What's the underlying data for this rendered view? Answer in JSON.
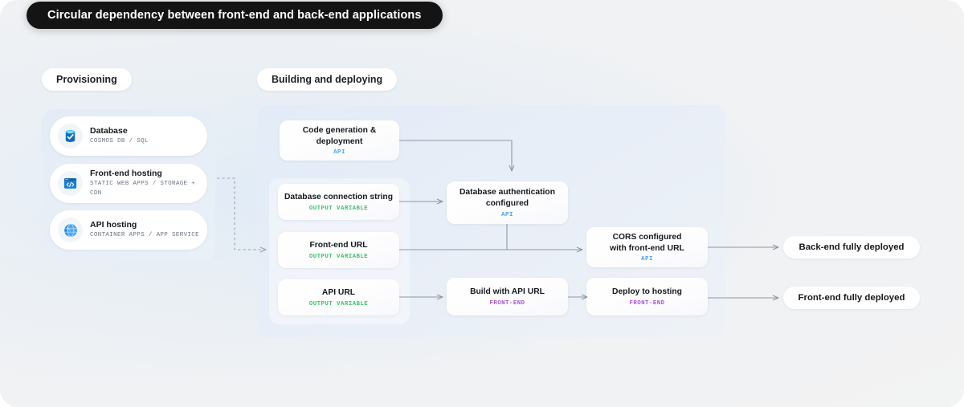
{
  "title": "Circular dependency between front-end and back-end applications",
  "sections": [
    {
      "id": "provisioning",
      "label": "Provisioning"
    },
    {
      "id": "building",
      "label": "Building and deploying"
    }
  ],
  "provisioning": {
    "items": [
      {
        "icon": "database-icon",
        "title": "Database",
        "sub": "COSMOS DB / SQL"
      },
      {
        "icon": "code-window-icon",
        "title": "Front-end hosting",
        "sub": "STATIC WEB APPS / STORAGE + CDN"
      },
      {
        "icon": "globe-icon",
        "title": "API hosting",
        "sub": "CONTAINER APPS / APP SERVICE"
      }
    ]
  },
  "flow": {
    "nodes": [
      {
        "id": "code-generation",
        "label": "Code generation &\ndeployment",
        "tag": "API",
        "tag_kind": "api"
      },
      {
        "id": "db-conn-string",
        "label": "Database connection string",
        "tag": "OUTPUT VARIABLE",
        "tag_kind": "output"
      },
      {
        "id": "frontend-url",
        "label": "Front-end URL",
        "tag": "OUTPUT VARIABLE",
        "tag_kind": "output"
      },
      {
        "id": "api-url",
        "label": "API URL",
        "tag": "OUTPUT VARIABLE",
        "tag_kind": "output"
      },
      {
        "id": "db-auth",
        "label": "Database authentication\nconfigured",
        "tag": "API",
        "tag_kind": "api"
      },
      {
        "id": "build-with-api",
        "label": "Build with API URL",
        "tag": "FRONT-END",
        "tag_kind": "frontend"
      },
      {
        "id": "cors",
        "label": "CORS configured\nwith front-end URL",
        "tag": "API",
        "tag_kind": "api"
      },
      {
        "id": "deploy-hosting",
        "label": "Deploy to hosting",
        "tag": "FRONT-END",
        "tag_kind": "frontend"
      }
    ]
  },
  "results": [
    {
      "id": "backend-deployed",
      "label": "Back-end fully deployed"
    },
    {
      "id": "frontend-deployed",
      "label": "Front-end fully deployed"
    }
  ],
  "colors": {
    "tag_api": "#4a9fe8",
    "tag_output": "#3cc46a",
    "tag_frontend": "#a855d8",
    "title_bar": "#141414",
    "connector": "#8d98a6",
    "panel_blue": "#e3ecf6",
    "background": "#f1f2f3"
  }
}
